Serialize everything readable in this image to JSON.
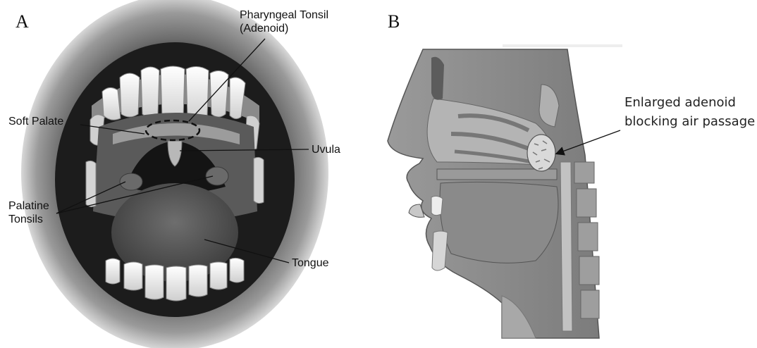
{
  "panel_a": {
    "letter": "A",
    "labels": {
      "pharyngeal_tonsil_line1": "Pharyngeal Tonsil",
      "pharyngeal_tonsil_line2": "(Adenoid)",
      "soft_palate": "Soft Palate",
      "uvula": "Uvula",
      "palatine_tonsils_line1": "Palatine",
      "palatine_tonsils_line2": "Tonsils",
      "tongue": "Tongue"
    }
  },
  "panel_b": {
    "letter": "B",
    "labels": {
      "enlarged_adenoid_line1": "Enlarged adenoid",
      "enlarged_adenoid_line2": "blocking air passage"
    }
  }
}
